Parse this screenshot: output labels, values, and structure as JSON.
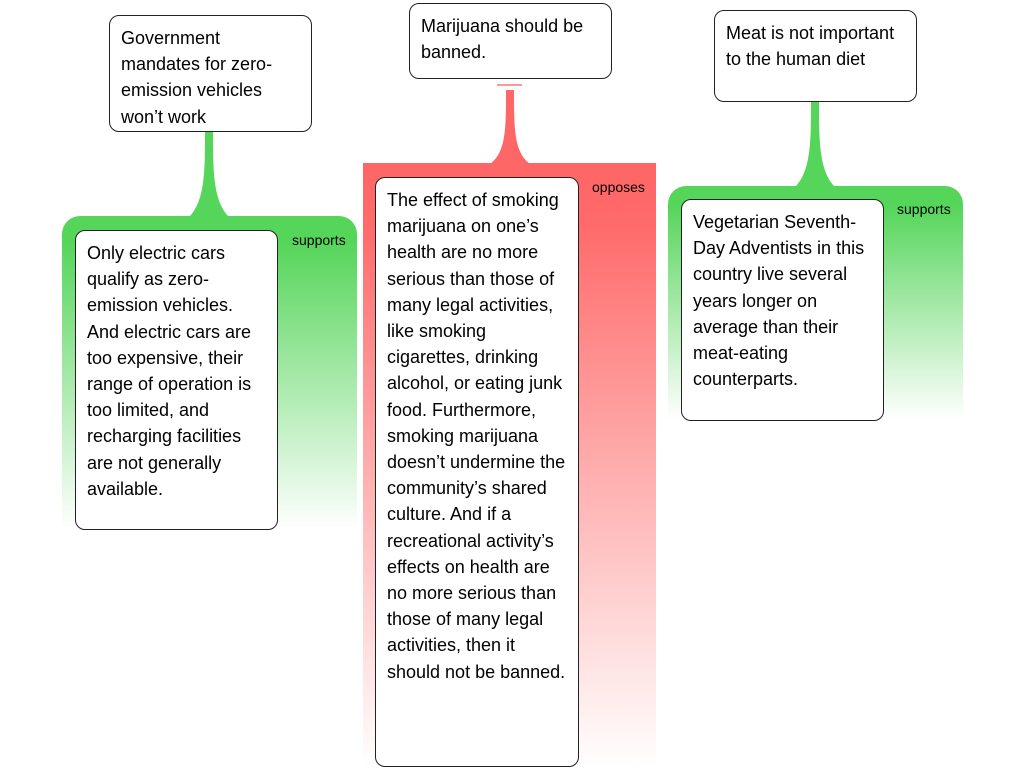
{
  "colors": {
    "supports": "#55d55a",
    "opposes": "#ff6666"
  },
  "maps": [
    {
      "claim": "Government mandates for zero-emission vehicles won’t work",
      "relation": "supports",
      "reason": "Only electric cars qualify as zero-emission vehicles. And electric cars are too expensive, their range of operation is too limited, and recharging facilities are not generally available."
    },
    {
      "claim": "Marijuana should be banned.",
      "relation": "opposes",
      "reason": "The effect of smoking marijuana on one’s health are no more serious than those of many legal activities, like smoking cigarettes, drinking alcohol, or eating junk food. Furthermore, smoking marijuana doesn’t undermine the community’s shared culture. And if a recreational activity’s effects on health are no more serious than those of many legal activities, then it should not be banned."
    },
    {
      "claim": "Meat is not important to the human diet",
      "relation": "supports",
      "reason": "Vegetarian Seventh-Day Adventists in this country live several years longer on average than their meat-eating counterparts."
    }
  ]
}
